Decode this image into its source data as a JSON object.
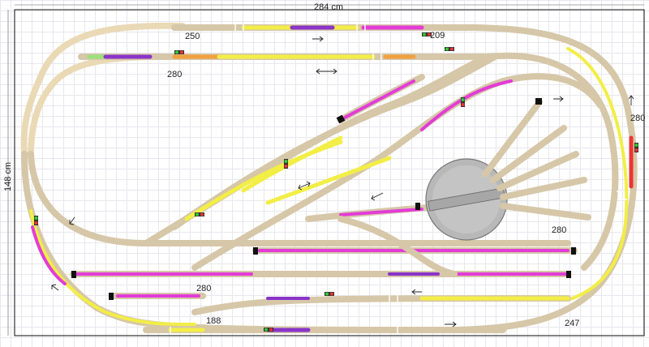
{
  "plan": {
    "width_label": "284 cm",
    "height_label": "148 cm",
    "track_labels": [
      "250",
      "209",
      "280",
      "280",
      "280",
      "280",
      "188",
      "247"
    ]
  },
  "colors": {
    "track_tan": "#d6c7a8",
    "rail": "#8a7a55",
    "magenta": "#e23cd6",
    "yellow": "#f2ee46",
    "purple": "#8a34c8",
    "green": "#9be07a",
    "orange": "#f0a040",
    "red": "#ee3333",
    "turntable": "#b8b8b8",
    "buffer": "#111111"
  },
  "icons": [
    "signal-icon",
    "direction-arrow-icon",
    "buffer-stop-icon",
    "turntable-icon"
  ]
}
